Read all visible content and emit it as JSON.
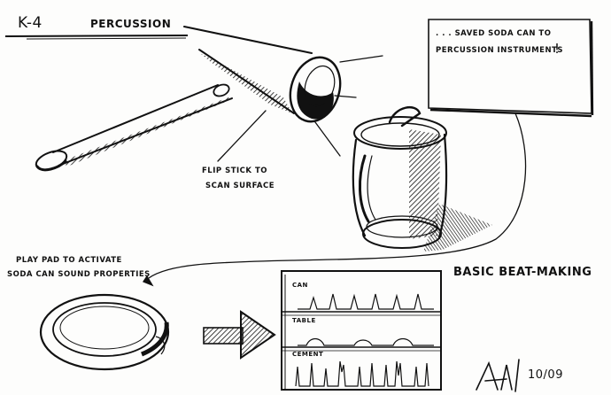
{
  "header": {
    "code": "K-4",
    "topic": "PERCUSSION"
  },
  "note": {
    "line1": ". . . SAVED SODA CAN TO",
    "line2": "PERCUSSION INSTRUMENTS",
    "exclaim": "!"
  },
  "annotations": {
    "flip_line1": "FLIP STICK TO",
    "flip_line2": "SCAN SURFACE",
    "pad_line1": "PLAY PAD TO ACTIVATE",
    "pad_line2": "SODA CAN SOUND PROPERTIES"
  },
  "beat_panel": {
    "title": "BASIC BEAT-MAKING",
    "rows": [
      "CAN",
      "TABLE",
      "CEMENT"
    ]
  },
  "signature": {
    "date": "10/09"
  },
  "colors": {
    "ink": "#111111",
    "paper": "#fdfdfc"
  }
}
